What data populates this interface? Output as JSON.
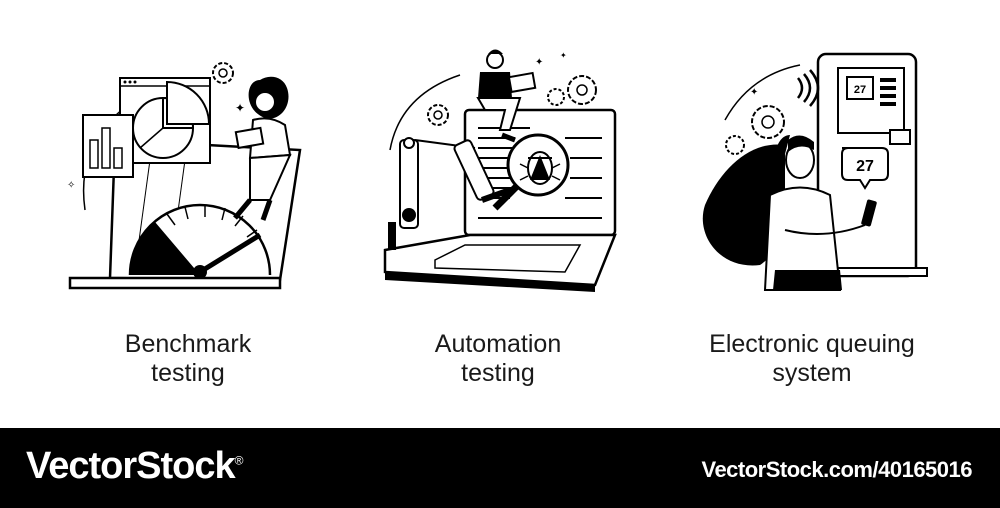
{
  "illustrations": [
    {
      "name": "benchmark-testing",
      "caption_lines": [
        "Benchmark",
        "testing"
      ]
    },
    {
      "name": "automation-testing",
      "caption_lines": [
        "Automation",
        "testing"
      ]
    },
    {
      "name": "electronic-queuing-system",
      "caption_lines": [
        "Electronic queuing",
        "system"
      ],
      "ticket_number": "27"
    }
  ],
  "footer": {
    "brand": "VectorStock",
    "brand_mark": "®",
    "url": "VectorStock.com/40165016"
  },
  "colors": {
    "ink": "#000000",
    "background": "#ffffff",
    "footer_bg": "#000000",
    "footer_text": "#ffffff"
  }
}
